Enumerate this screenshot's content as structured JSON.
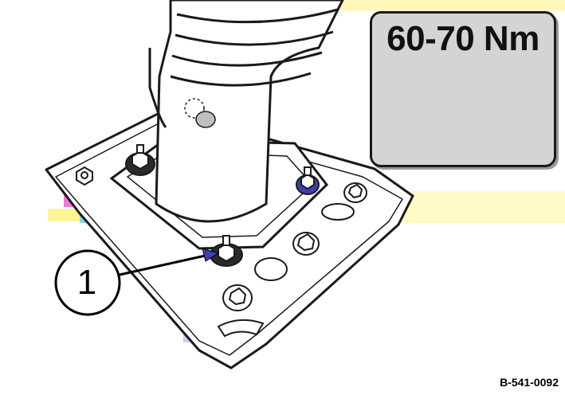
{
  "torque_spec": {
    "value": "60-70 Nm"
  },
  "callout": {
    "number": "1"
  },
  "figure_code": "B-541-0092",
  "icons": [
    "wrench-icon",
    "rotation-arrow-icon",
    "hex-nut-icon"
  ],
  "colors": {
    "line": "#1a1a1a",
    "panel": "#d4d4d4",
    "accent_blue": "#3b3fb0",
    "accent_magenta": "#e23cc4",
    "accent_cyan": "#39b8d8",
    "accent_yellow": "#fff38a"
  }
}
